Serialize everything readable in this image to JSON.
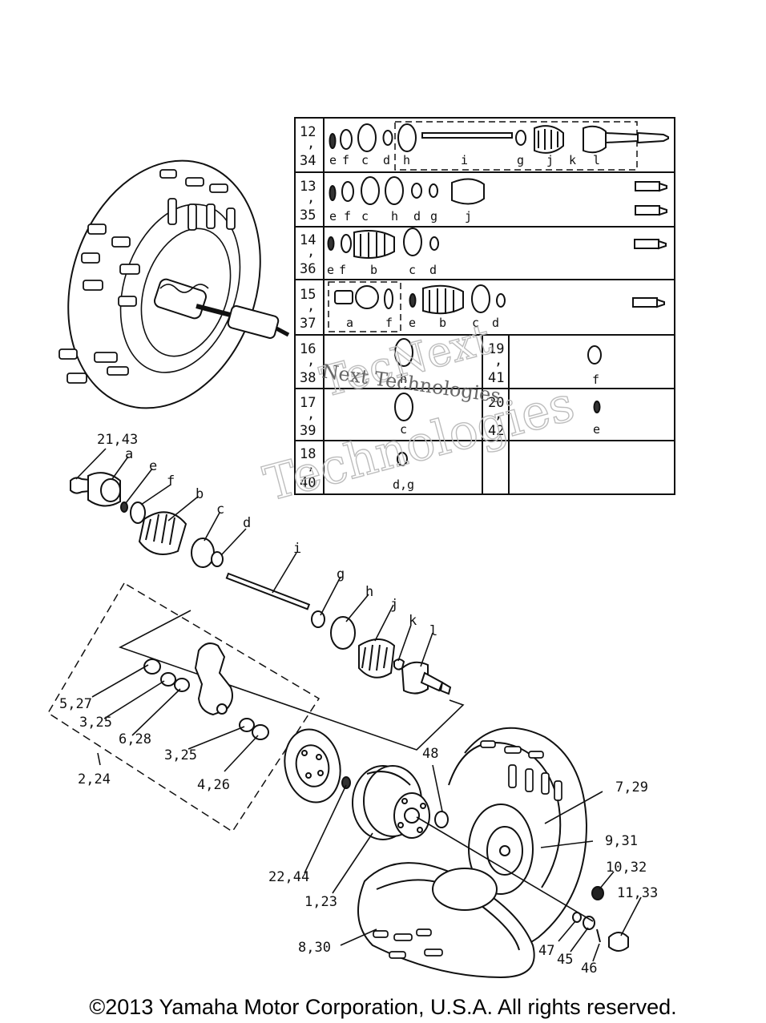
{
  "watermark": {
    "line1": "TecNext",
    "line2": "Technologies",
    "overlay": "Next Technologies"
  },
  "copyright": "©2013 Yamaha Motor Corporation, U.S.A. All rights reserved.",
  "table": {
    "rows": [
      {
        "num_top": "12",
        "num_bottom": "34",
        "labels": [
          "e",
          "f",
          "c",
          "d",
          "h",
          "i",
          "g",
          "j",
          "k",
          "l"
        ]
      },
      {
        "num_top": "13",
        "num_bottom": "35",
        "labels": [
          "e",
          "f",
          "c",
          "h",
          "d",
          "g",
          "j"
        ]
      },
      {
        "num_top": "14",
        "num_bottom": "36",
        "labels": [
          "e",
          "f",
          "b",
          "c",
          "d"
        ]
      },
      {
        "num_top": "15",
        "num_bottom": "37",
        "labels": [
          "a",
          "f",
          "e",
          "b",
          "c",
          "d"
        ]
      },
      {
        "num_top": "16",
        "num_bottom": "38",
        "labels": [
          "h"
        ],
        "right_top": "19",
        "right_bottom": "41",
        "right_labels": [
          "f"
        ]
      },
      {
        "num_top": "17",
        "num_bottom": "39",
        "labels": [
          "c"
        ],
        "right_top": "20",
        "right_bottom": "42",
        "right_labels": [
          "e"
        ]
      },
      {
        "num_top": "18",
        "num_bottom": "40",
        "labels": [
          "d,g"
        ]
      }
    ]
  },
  "callouts": {
    "c21_43": "21,43",
    "a": "a",
    "e": "e",
    "f": "f",
    "b": "b",
    "c": "c",
    "d": "d",
    "i": "i",
    "g": "g",
    "h": "h",
    "j": "j",
    "k": "k",
    "l": "l",
    "c5_27": "5,27",
    "c3_25a": "3,25",
    "c6_28": "6,28",
    "c3_25b": "3,25",
    "c4_26": "4,26",
    "c2_24": "2,24",
    "c48": "48",
    "c7_29": "7,29",
    "c9_31": "9,31",
    "c10_32": "10,32",
    "c11_33": "11,33",
    "c22_44": "22,44",
    "c1_23": "1,23",
    "c8_30": "8,30",
    "c47": "47",
    "c45": "45",
    "c46": "46"
  }
}
